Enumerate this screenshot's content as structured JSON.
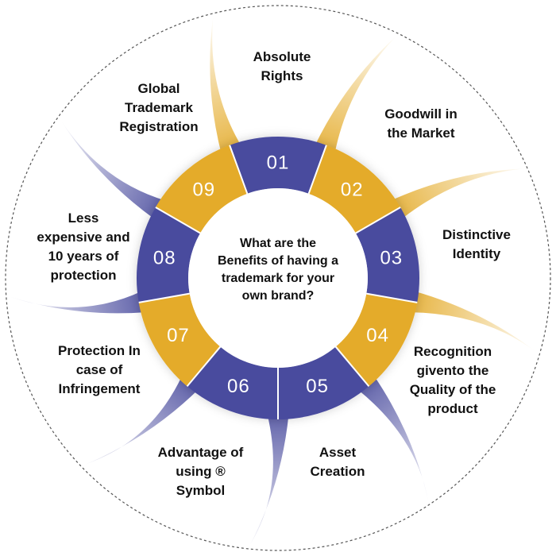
{
  "center_question": "What are the\nBenefits of having a\ntrademark for your\nown brand?",
  "colors": {
    "gold": "#e4ab2a",
    "navy": "#4a4c9e",
    "ring_border": "#555555"
  },
  "benefits": [
    {
      "number": "01",
      "label": "Absolute\nRights",
      "segment_color": "navy",
      "ray_color": "gold"
    },
    {
      "number": "02",
      "label": "Goodwill in\nthe Market",
      "segment_color": "gold",
      "ray_color": "gold"
    },
    {
      "number": "03",
      "label": "Distinctive\nIdentity",
      "segment_color": "navy",
      "ray_color": "gold"
    },
    {
      "number": "04",
      "label": "Recognition\ngivento the\nQuality of the\nproduct",
      "segment_color": "gold",
      "ray_color": "navy"
    },
    {
      "number": "05",
      "label": "Asset\nCreation",
      "segment_color": "navy",
      "ray_color": "navy"
    },
    {
      "number": "06",
      "label": "Advantage of\nusing ®\nSymbol",
      "segment_color": "navy",
      "ray_color": "navy"
    },
    {
      "number": "07",
      "label": "Protection In\ncase of\nInfringement",
      "segment_color": "gold",
      "ray_color": "navy"
    },
    {
      "number": "08",
      "label": "Less\nexpensive and\n10 years of\nprotection",
      "segment_color": "navy",
      "ray_color": "navy"
    },
    {
      "number": "09",
      "label": "Global\nTrademark\nRegistration",
      "segment_color": "gold",
      "ray_color": "gold"
    }
  ]
}
